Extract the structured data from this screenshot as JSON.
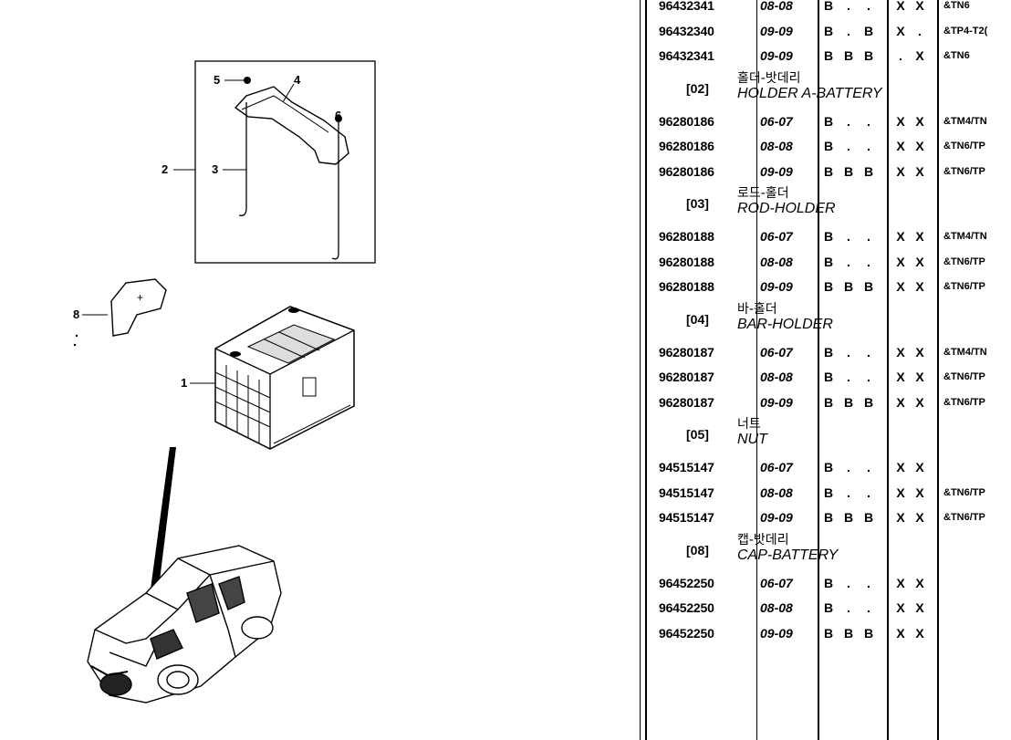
{
  "illustration": {
    "callouts": {
      "c1": "1",
      "c2": "2",
      "c3": "3",
      "c4": "4",
      "c5": "5",
      "c6": "6",
      "c8": "8"
    }
  },
  "catalog": {
    "top_rows": [
      {
        "part_no": "96432341",
        "years": "08-08",
        "c1": "B",
        "c2": ".",
        "c3": ".",
        "c4": "X",
        "c5": "X",
        "note": "&TN6"
      },
      {
        "part_no": "96432340",
        "years": "09-09",
        "c1": "B",
        "c2": ".",
        "c3": "B",
        "c4": "X",
        "c5": ".",
        "note": "&TP4-T2("
      },
      {
        "part_no": "96432341",
        "years": "09-09",
        "c1": "B",
        "c2": "B",
        "c3": "B",
        "c4": ".",
        "c5": "X",
        "note": "&TN6"
      }
    ],
    "groups": [
      {
        "index": "[02]",
        "korean": "홀더-밧데리",
        "english": "HOLDER A-BATTERY",
        "rows": [
          {
            "part_no": "96280186",
            "years": "06-07",
            "c1": "B",
            "c2": ".",
            "c3": ".",
            "c4": "X",
            "c5": "X",
            "note": "&TM4/TN"
          },
          {
            "part_no": "96280186",
            "years": "08-08",
            "c1": "B",
            "c2": ".",
            "c3": ".",
            "c4": "X",
            "c5": "X",
            "note": "&TN6/TP"
          },
          {
            "part_no": "96280186",
            "years": "09-09",
            "c1": "B",
            "c2": "B",
            "c3": "B",
            "c4": "X",
            "c5": "X",
            "note": "&TN6/TP"
          }
        ]
      },
      {
        "index": "[03]",
        "korean": "로드-홀더",
        "english": "ROD-HOLDER",
        "rows": [
          {
            "part_no": "96280188",
            "years": "06-07",
            "c1": "B",
            "c2": ".",
            "c3": ".",
            "c4": "X",
            "c5": "X",
            "note": "&TM4/TN"
          },
          {
            "part_no": "96280188",
            "years": "08-08",
            "c1": "B",
            "c2": ".",
            "c3": ".",
            "c4": "X",
            "c5": "X",
            "note": "&TN6/TP"
          },
          {
            "part_no": "96280188",
            "years": "09-09",
            "c1": "B",
            "c2": "B",
            "c3": "B",
            "c4": "X",
            "c5": "X",
            "note": "&TN6/TP"
          }
        ]
      },
      {
        "index": "[04]",
        "korean": "바-홀더",
        "english": "BAR-HOLDER",
        "rows": [
          {
            "part_no": "96280187",
            "years": "06-07",
            "c1": "B",
            "c2": ".",
            "c3": ".",
            "c4": "X",
            "c5": "X",
            "note": "&TM4/TN"
          },
          {
            "part_no": "96280187",
            "years": "08-08",
            "c1": "B",
            "c2": ".",
            "c3": ".",
            "c4": "X",
            "c5": "X",
            "note": "&TN6/TP"
          },
          {
            "part_no": "96280187",
            "years": "09-09",
            "c1": "B",
            "c2": "B",
            "c3": "B",
            "c4": "X",
            "c5": "X",
            "note": "&TN6/TP"
          }
        ]
      },
      {
        "index": "[05]",
        "korean": "너트",
        "english": "NUT",
        "rows": [
          {
            "part_no": "94515147",
            "years": "06-07",
            "c1": "B",
            "c2": ".",
            "c3": ".",
            "c4": "X",
            "c5": "X",
            "note": ""
          },
          {
            "part_no": "94515147",
            "years": "08-08",
            "c1": "B",
            "c2": ".",
            "c3": ".",
            "c4": "X",
            "c5": "X",
            "note": "&TN6/TP"
          },
          {
            "part_no": "94515147",
            "years": "09-09",
            "c1": "B",
            "c2": "B",
            "c3": "B",
            "c4": "X",
            "c5": "X",
            "note": "&TN6/TP"
          }
        ]
      },
      {
        "index": "[08]",
        "korean": "캡-밧데리",
        "english": "CAP-BATTERY",
        "rows": [
          {
            "part_no": "96452250",
            "years": "06-07",
            "c1": "B",
            "c2": ".",
            "c3": ".",
            "c4": "X",
            "c5": "X",
            "note": ""
          },
          {
            "part_no": "96452250",
            "years": "08-08",
            "c1": "B",
            "c2": ".",
            "c3": ".",
            "c4": "X",
            "c5": "X",
            "note": ""
          },
          {
            "part_no": "96452250",
            "years": "09-09",
            "c1": "B",
            "c2": "B",
            "c3": "B",
            "c4": "X",
            "c5": "X",
            "note": ""
          }
        ]
      }
    ]
  }
}
